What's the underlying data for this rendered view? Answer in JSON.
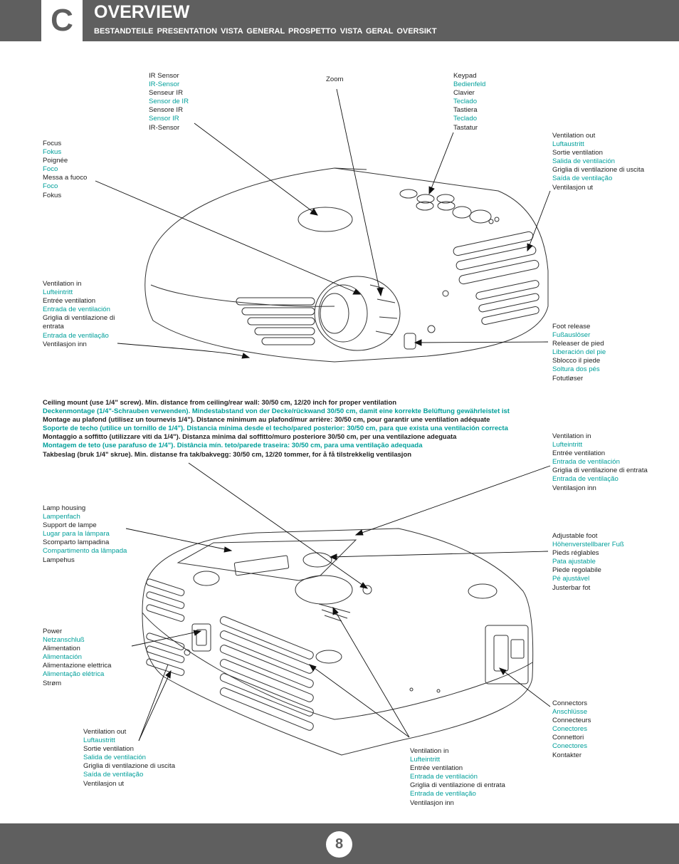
{
  "header": {
    "letter": "C",
    "title": "OVERVIEW",
    "subtitle": "BESTANDTEILE   PRESENTATION   VISTA GENERAL   PROSPETTO   VISTA GERAL   OVERSIKT"
  },
  "callouts": {
    "ir_sensor": [
      "IR Sensor",
      "IR-Sensor",
      "Senseur IR",
      "Sensor de IR",
      "Sensore IR",
      "Sensor IR",
      "IR-Sensor"
    ],
    "zoom": [
      "Zoom"
    ],
    "keypad": [
      "Keypad",
      "Bedienfeld",
      "Clavier",
      "Teclado",
      "Tastiera",
      "Teclado",
      "Tastatur"
    ],
    "ventilation_out_top": [
      "Ventilation out",
      "Luftaustritt",
      "Sortie ventilation",
      "Salida de ventilación",
      "Griglia di ventilazione di uscita",
      "Saída de ventilação",
      "Ventilasjon ut"
    ],
    "focus": [
      "Focus",
      "Fokus",
      "Poignée",
      "Foco",
      "Messa a fuoco",
      "Foco",
      "Fokus"
    ],
    "ventilation_in_top": [
      "Ventilation in",
      "Lufteintritt",
      "Entrée ventilation",
      "Entrada de ventilación",
      "Griglia di ventilazione di",
      "entrata",
      "Entrada de ventilação",
      "Ventilasjon inn"
    ],
    "foot_release": [
      "Foot release",
      "Fußauslöser",
      "Releaser de pied",
      "Liberación del pie",
      "Sblocco il piede",
      "Soltura dos pés",
      "Fotutløser"
    ],
    "ventilation_in_right": [
      "Ventilation in",
      "Lufteintritt",
      "Entrée ventilation",
      "Entrada de ventilación",
      "Griglia di ventilazione di entrata",
      "Entrada de ventilação",
      "Ventilasjon inn"
    ],
    "lamp_housing": [
      "Lamp housing",
      "Lampenfach",
      "Support de lampe",
      "Lugar para la lámpara",
      "Scomparto lampadina",
      "Compartimento da lâmpada",
      "Lampehus"
    ],
    "adjustable_foot": [
      "Adjustable foot",
      "Höhenverstellbarer Fuß",
      "Pieds réglables",
      "Pata ajustable",
      "Piede regolabile",
      "Pé ajustável",
      "Justerbar fot"
    ],
    "power": [
      "Power",
      "Netzanschluß",
      "Alimentation",
      "Alimentación",
      "Alimentazione elettrica",
      "Alimentação elétrica",
      "Strøm"
    ],
    "connectors": [
      "Connectors",
      "Anschlüsse",
      "Connecteurs",
      "Conectores",
      "Connettori",
      "Conectores",
      "Kontakter"
    ],
    "ventilation_out_bottom": [
      "Ventilation out",
      "Luftaustritt",
      "Sortie ventilation",
      "Salida de ventilación",
      "Griglia di ventilazione di uscita",
      "Saída de ventilação",
      "Ventilasjon ut"
    ],
    "ventilation_in_bottom": [
      "Ventilation in",
      "Lufteintritt",
      "Entrée ventilation",
      "Entrada de ventilación",
      "Griglia di ventilazione di entrata",
      "Entrada de ventilação",
      "Ventilasjon inn"
    ]
  },
  "ceiling_mount": [
    "Ceiling mount (use 1/4\" screw). Min. distance from ceiling/rear wall: 30/50 cm, 12/20 inch for proper ventilation",
    "Deckenmontage (1/4\"-Schrauben verwenden). Mindestabstand von der Decke/rückwand 30/50 cm, damit eine korrekte Belüftung gewährleistet ist",
    "Montage au plafond (utilisez un tournevis 1/4\"). Distance minimum au plafond/mur arrière: 30/50 cm, pour garantir une ventilation adéquate",
    "Soporte de techo (utilice un tornillo de 1/4\"). Distancia mínima desde el techo/pared posterior: 30/50 cm, para que exista una ventilación correcta",
    "Montaggio a soffitto (utilizzare viti da 1/4\"). Distanza minima dal soffitto/muro posteriore 30/50 cm, per una ventilazione adeguata",
    "Montagem de teto (use parafuso de 1/4\"). Distância mín. teto/parede traseira: 30/50 cm, para uma ventilação adequada",
    "Takbeslag (bruk 1/4\" skrue). Min. distanse fra tak/bakvegg: 30/50 cm, 12/20 tommer, for å få tilstrekkelig ventilasjon"
  ],
  "page_number": "8",
  "colors": {
    "header_bg": "#5f5f5f",
    "accent_teal": "#009f9a",
    "text": "#222222"
  }
}
